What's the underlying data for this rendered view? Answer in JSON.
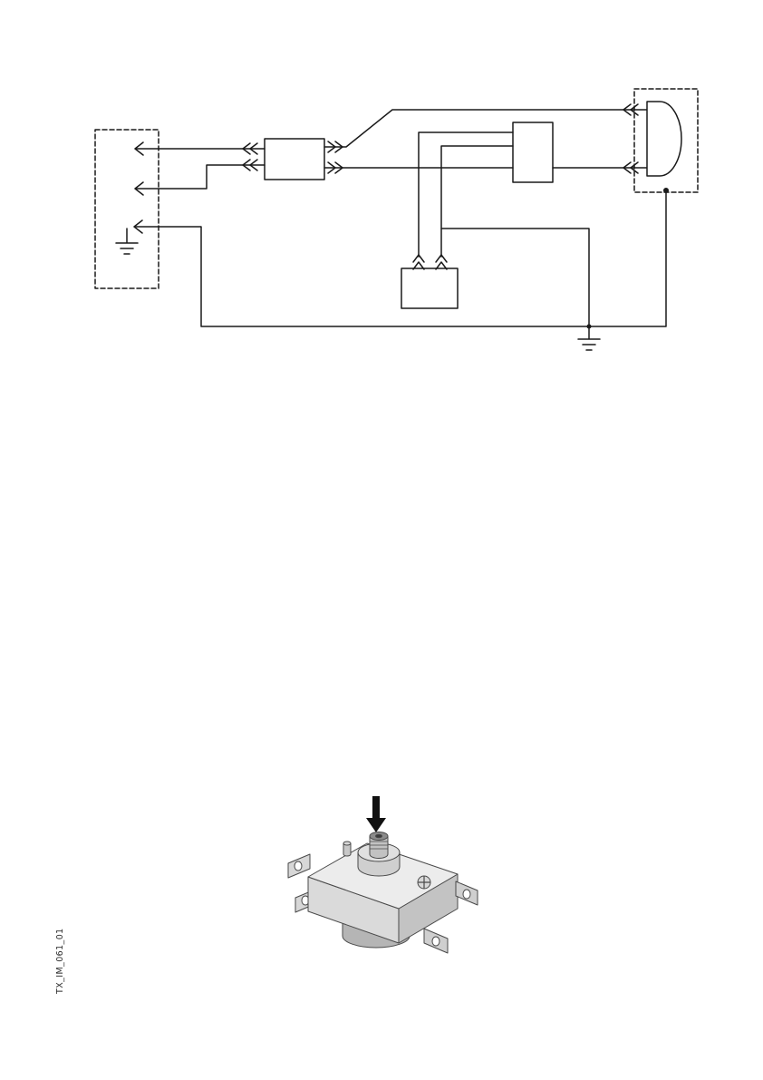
{
  "page": {
    "background": "#ffffff",
    "footer_code": "TX_IM_061_01"
  },
  "wiring_diagram": {
    "line_color": "#1a1a1a",
    "box_fill": "#ffffff",
    "components": [
      "mains-terminal-block",
      "interference-filter-box",
      "junction-box",
      "capacitor-box",
      "halogen-lamp",
      "connector-chevrons",
      "terminal-arrows",
      "earth-ground-symbols"
    ]
  },
  "illustration": {
    "subject": "thermostat-device-with-mounting-bracket",
    "arrow_color": "#111111",
    "colors": {
      "top_face": "#ececec",
      "front_face": "#dadada",
      "side_face": "#c3c3c3",
      "cylinder": "#cfcfcf",
      "metal_dark": "#8a8a8a",
      "outline": "#4a4a4a"
    }
  }
}
